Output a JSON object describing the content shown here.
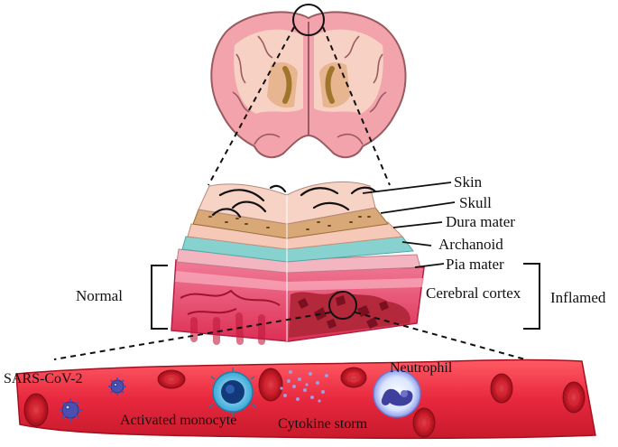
{
  "labels": {
    "skin": "Skin",
    "skull": "Skull",
    "dura_mater": "Dura mater",
    "archanoid": "Archanoid",
    "pia_mater": "Pia mater",
    "cerebral_cortex": "Cerebral cortex",
    "normal": "Normal",
    "inflamed": "Inflamed",
    "sars_cov_2": "SARS-CoV-2",
    "activated_monocyte": "Activated monocyte",
    "cytokine_storm": "Cytokine storm",
    "neutrophil": "Neutrophil"
  },
  "colors": {
    "brain_pink": "#f2a3ab",
    "brain_outline": "#9a5a60",
    "brain_inner": "#f5c9a8",
    "skin": "#f7d3c6",
    "skull": "#d9a877",
    "dura": "#f6c8b8",
    "arachnoid": "#87d1cf",
    "pia": "#f3b6c0",
    "cortex": "#e8507a",
    "inflamed": "#b3283a",
    "vessel": "#e8283e",
    "rbc": "#b9131f",
    "virus": "#4b4fb0",
    "monocyte": "#3aa8d6",
    "neutrophil": "#5a62c8"
  }
}
